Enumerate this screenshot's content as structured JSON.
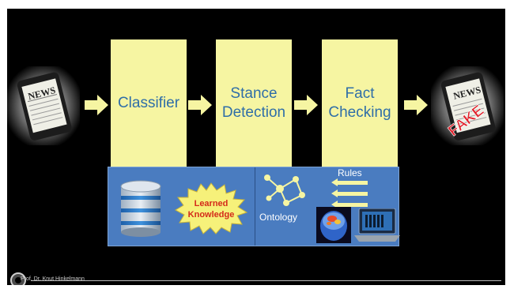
{
  "pipeline": {
    "step1": "Classifier",
    "step2_line1": "Stance",
    "step2_line2": "Detection",
    "step3_line1": "Fact",
    "step3_line2": "Checking"
  },
  "knowledge": {
    "learned_line1": "Learned",
    "learned_line2": "Knowledge",
    "ontology": "Ontology",
    "rules": "Rules"
  },
  "phones": {
    "left_text": "NEWS",
    "right_text": "NEWS",
    "stamp": "FAKE"
  },
  "footer": {
    "author": "Prof. Dr. Knut Hinkelmann"
  },
  "colors": {
    "box": "#f6f5a2",
    "box_text": "#2f6ea8",
    "arrow": "#f6f5a2",
    "panel": "#4a7cc0",
    "stamp": "#e0202a"
  }
}
